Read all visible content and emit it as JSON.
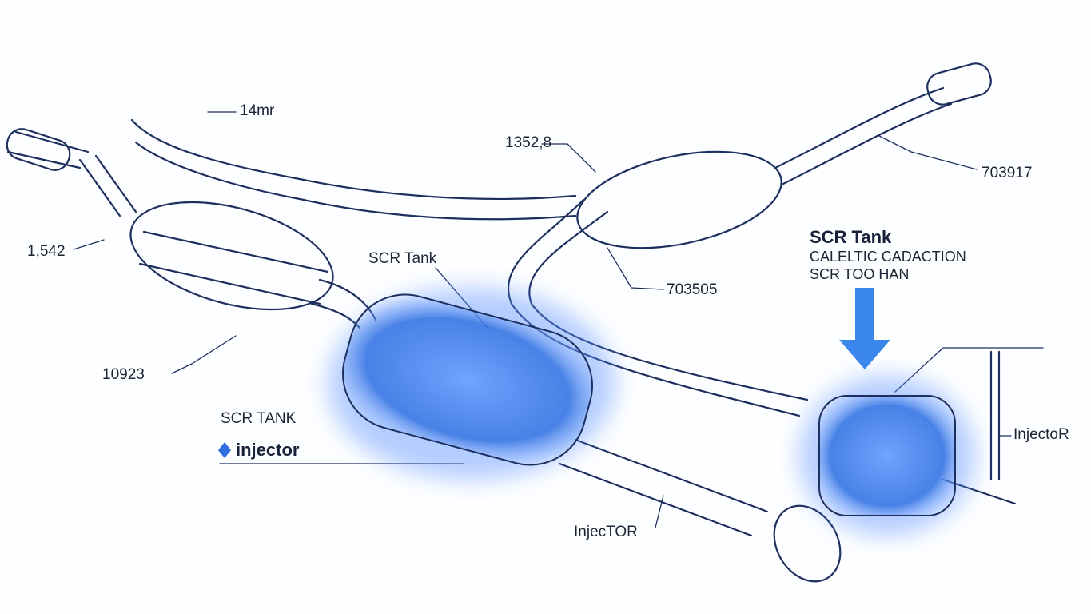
{
  "labels": {
    "top_pipe": "14mr",
    "mid_top": "1352,8",
    "right_top": "703917",
    "left": "1,542",
    "center_tank": "SCR Tank",
    "mid_right": "703505",
    "left_bottom": "10923",
    "scr_tank_caps": "SCR TANK",
    "injector_bold": "injector",
    "injector_bottom": "InjecTOR",
    "injector_right": "InjectoR"
  },
  "callout": {
    "title": "SCR Tank",
    "line1": "CALELTIC CADACTION",
    "line2": "SCR TOO HAN"
  },
  "colors": {
    "line": "#1d2f5e",
    "accent": "#2e6fe0",
    "glow": "#5b93ff"
  }
}
